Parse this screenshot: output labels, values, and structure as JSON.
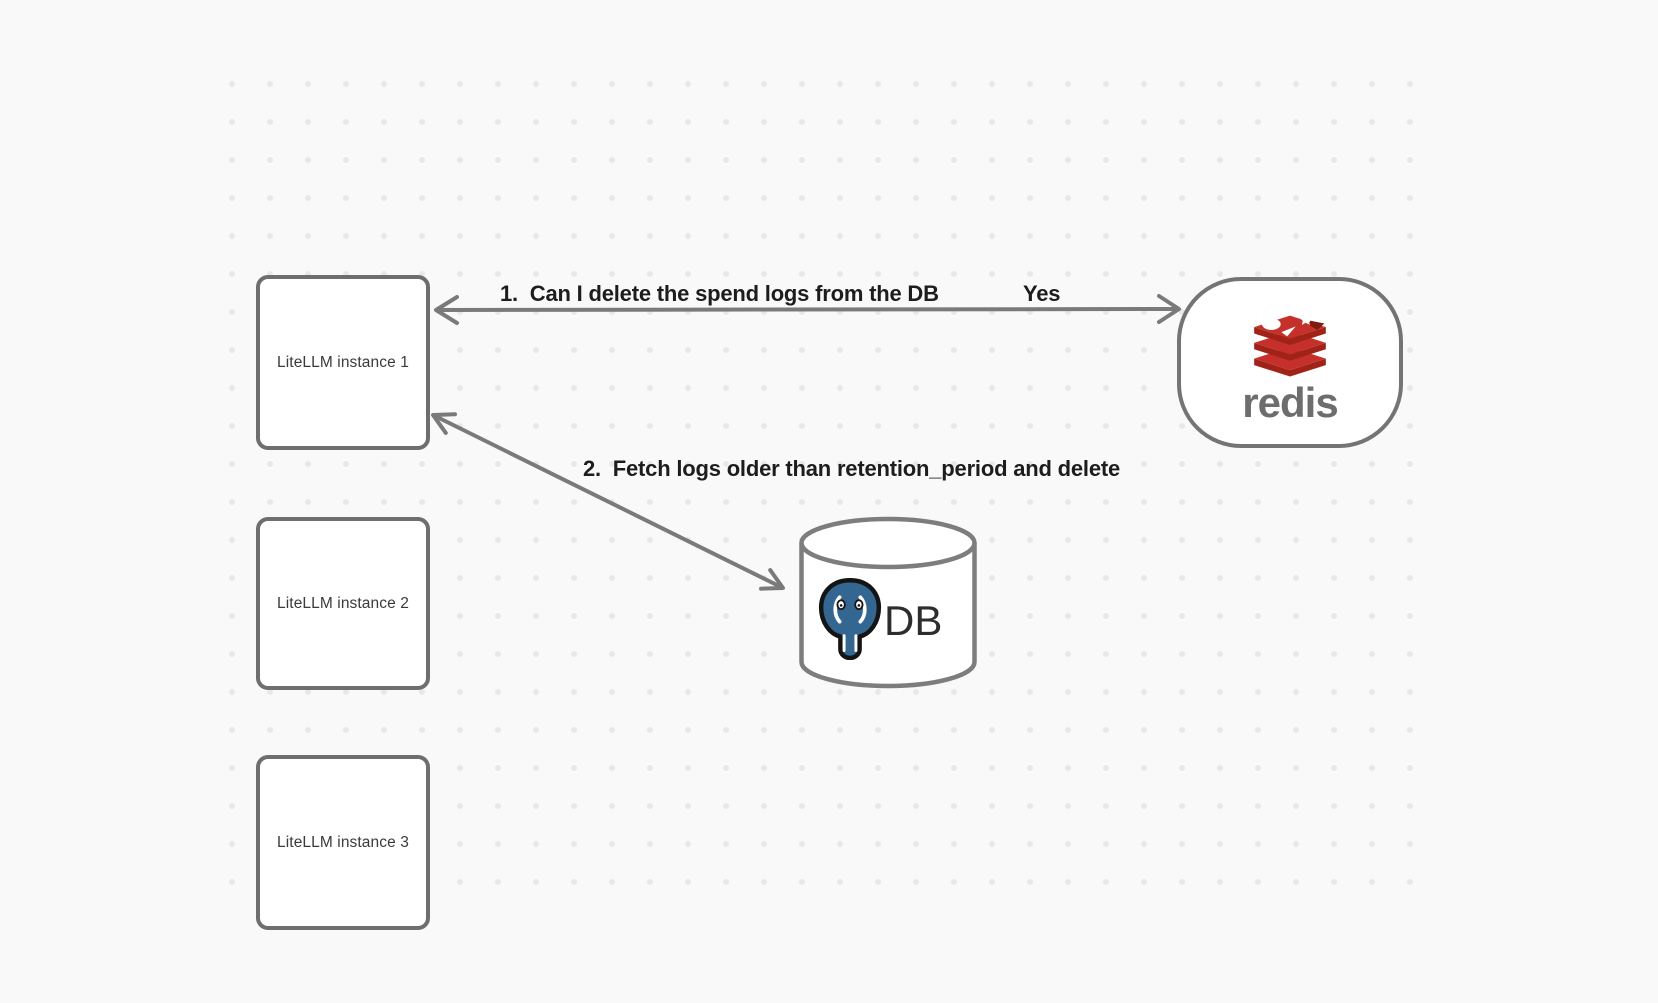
{
  "canvas": {
    "background_color": "#f9f9f9",
    "dot_color": "#e8e8e8"
  },
  "nodes": {
    "instances": [
      {
        "label": "LiteLLM instance 1"
      },
      {
        "label": "LiteLLM instance 2"
      },
      {
        "label": "LiteLLM instance 3"
      }
    ],
    "redis": {
      "wordmark": "redis",
      "icon": "redis-logo"
    },
    "database": {
      "label": "DB",
      "icon": "postgresql-elephant-logo"
    }
  },
  "arrows": {
    "request": {
      "label": "1.  Can I delete the spend logs from the DB",
      "response": "Yes"
    },
    "fetch": {
      "label": "2.  Fetch logs older than retention_period and delete"
    }
  },
  "colors": {
    "shape_stroke": "#6e6e6e",
    "arrow_stroke": "#7a7a7a",
    "label_text": "#1d1d1d",
    "instance_text": "#3a3a3a",
    "redis_red": "#c6302b",
    "redis_dark_red": "#a12318",
    "redis_maroon": "#7e1b10",
    "redis_gray": "#6d6d6d",
    "postgres_blue": "#336791",
    "db_text": "#2d2d2d"
  }
}
